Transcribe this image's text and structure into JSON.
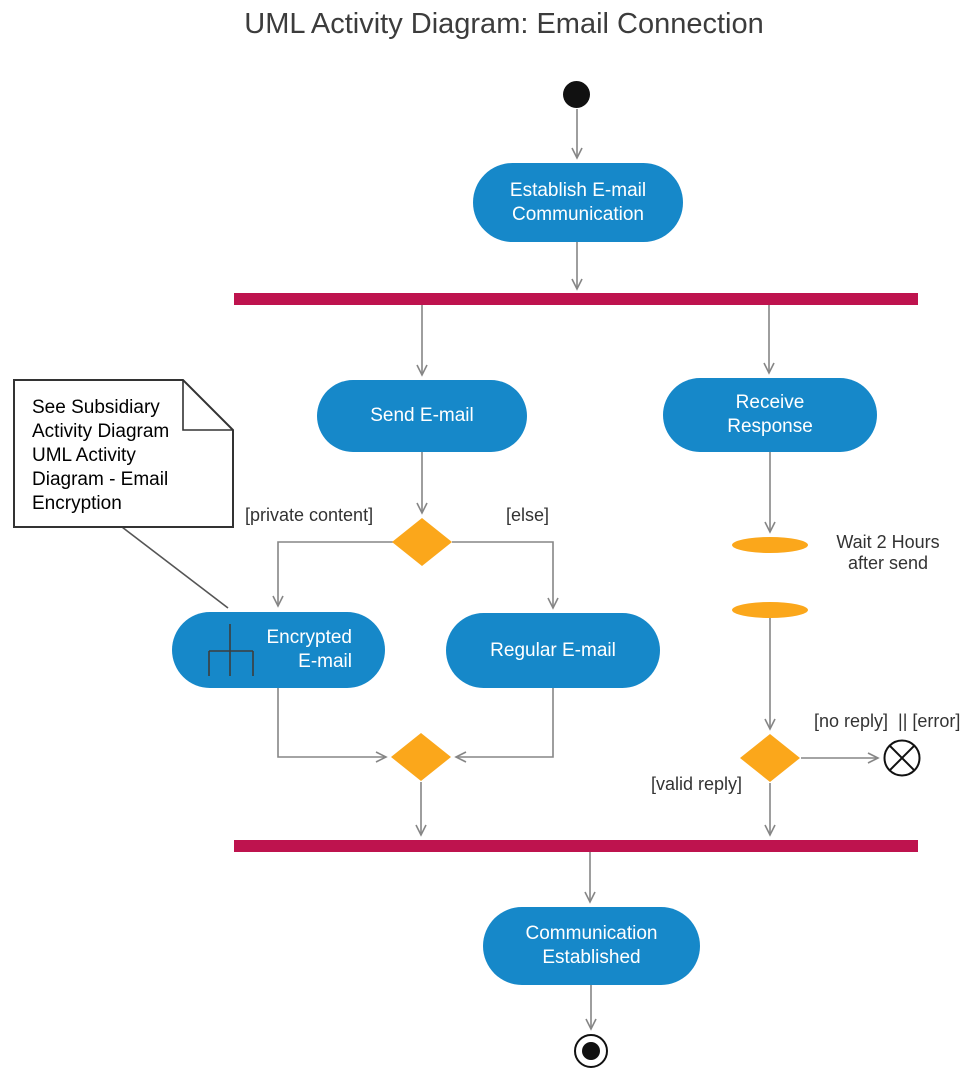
{
  "title": "UML Activity Diagram: Email Connection",
  "colors": {
    "activity": "#1688c9",
    "activityText": "#ffffff",
    "bar": "#be134e",
    "decision": "#fba71b",
    "line": "#868686",
    "label": "#333333"
  },
  "nodes": {
    "establish": {
      "line1": "Establish E-mail",
      "line2": "Communication"
    },
    "send": {
      "label": "Send E-mail"
    },
    "receive": {
      "line1": "Receive",
      "line2": "Response"
    },
    "encrypted": {
      "line1": "Encrypted",
      "line2": "E-mail"
    },
    "regular": {
      "label": "Regular E-mail"
    },
    "established": {
      "line1": "Communication",
      "line2": "Established"
    }
  },
  "edge_labels": {
    "private_content": "[private content]",
    "else_branch": "[else]",
    "valid_reply": "[valid reply]",
    "no_reply_error": "[no reply]  || [error]"
  },
  "wait_label": {
    "line1": "Wait 2 Hours",
    "line2": "after send"
  },
  "note": {
    "lines": [
      "See Subsidiary",
      "Activity Diagram",
      "UML Activity",
      "Diagram - Email",
      "Encryption"
    ]
  }
}
